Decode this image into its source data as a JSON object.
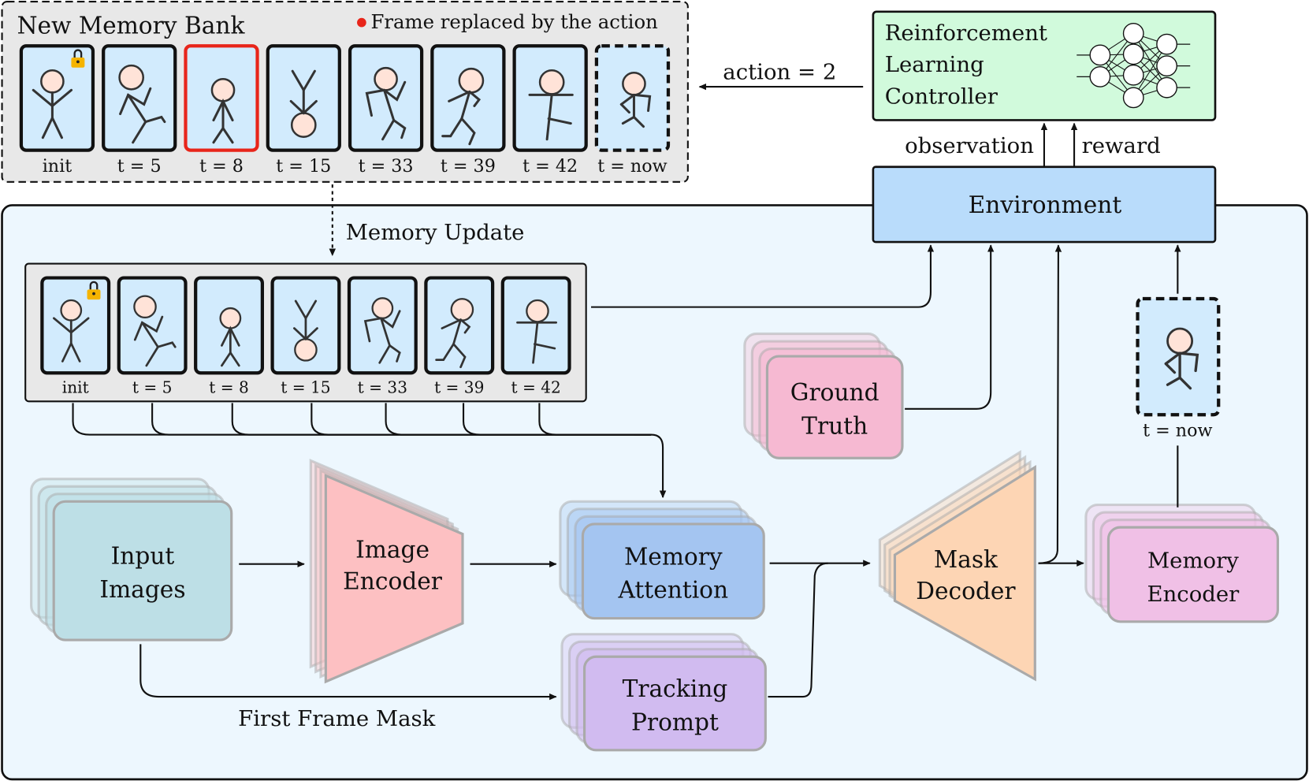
{
  "new_memory_bank": {
    "title": "New Memory Bank",
    "legend": "Frame replaced by the action",
    "legend_color": "#e8251a",
    "frames": [
      {
        "label": "init",
        "locked": true,
        "pose": "arms-up"
      },
      {
        "label": "t = 5",
        "pose": "kick"
      },
      {
        "label": "t = 8",
        "pose": "stand",
        "replaced": true
      },
      {
        "label": "t = 15",
        "pose": "upside-down"
      },
      {
        "label": "t = 33",
        "pose": "dance"
      },
      {
        "label": "t = 39",
        "pose": "run"
      },
      {
        "label": "t = 42",
        "pose": "t-balance"
      },
      {
        "label": "t = now",
        "pose": "walk",
        "dashed": true
      }
    ]
  },
  "action_label": "action = 2",
  "rl_controller": {
    "lines": [
      "Reinforcement",
      "Learning",
      "Controller"
    ],
    "icon": "neural-network-icon",
    "color": "#d1fadc"
  },
  "observation_label": "observation",
  "reward_label": "reward",
  "environment": {
    "label": "Environment",
    "color": "#b9dcfb"
  },
  "memory_update_label": "Memory Update",
  "memory_bank": {
    "frames": [
      {
        "label": "init",
        "locked": true,
        "pose": "arms-up"
      },
      {
        "label": "t = 5",
        "pose": "kick"
      },
      {
        "label": "t = 8",
        "pose": "stand"
      },
      {
        "label": "t = 15",
        "pose": "upside-down"
      },
      {
        "label": "t = 33",
        "pose": "dance"
      },
      {
        "label": "t = 39",
        "pose": "run"
      },
      {
        "label": "t = 42",
        "pose": "t-balance"
      }
    ]
  },
  "current_frame": {
    "label": "t = now",
    "pose": "walk"
  },
  "blocks": {
    "input_images": {
      "lines": [
        "Input",
        "Images"
      ],
      "color": "#bddfe6"
    },
    "image_encoder": {
      "lines": [
        "Image",
        "Encoder"
      ],
      "color": "#fdc0c2"
    },
    "memory_attention": {
      "lines": [
        "Memory",
        "Attention"
      ],
      "color": "#a4c5f1"
    },
    "tracking_prompt": {
      "lines": [
        "Tracking",
        "Prompt"
      ],
      "color": "#d1bbf0"
    },
    "ground_truth": {
      "lines": [
        "Ground",
        "Truth"
      ],
      "color": "#f6b9d2"
    },
    "mask_decoder": {
      "lines": [
        "Mask",
        "Decoder"
      ],
      "color": "#fdd5b4"
    },
    "memory_encoder": {
      "lines": [
        "Memory",
        "Encoder"
      ],
      "color": "#f0c0e6"
    }
  },
  "first_frame_mask_label": "First Frame Mask"
}
